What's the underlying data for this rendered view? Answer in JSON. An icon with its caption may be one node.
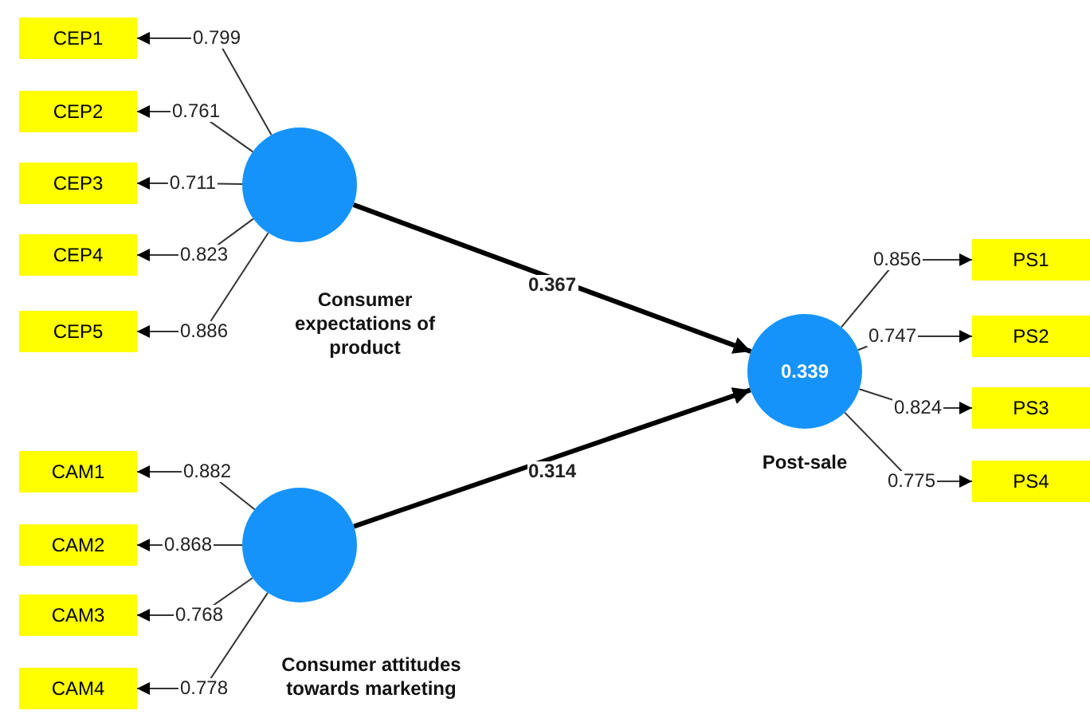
{
  "diagram": {
    "nodes": [
      {
        "text": [
          "CEP1"
        ]
      },
      {
        "text": [
          "CEP2"
        ]
      },
      {
        "text": [
          "CEP3"
        ]
      },
      {
        "text": [
          "CEP4"
        ]
      },
      {
        "text": [
          "CEP5"
        ]
      },
      {
        "text": [],
        "shape": "circle",
        "beside": [
          "Consumer expectations of product"
        ]
      },
      {
        "text": [
          "CAM1"
        ]
      },
      {
        "text": [
          "CAM2"
        ]
      },
      {
        "text": [
          "CAM3"
        ]
      },
      {
        "text": [
          "CAM4"
        ]
      },
      {
        "text": [],
        "shape": "circle",
        "beside": [
          "Consumer attitudes towards marketing"
        ]
      },
      {
        "text": [
          "0.339"
        ],
        "beside": [
          "Post-sale"
        ]
      },
      {
        "text": [
          "PS1"
        ]
      },
      {
        "text": [
          "PS2"
        ]
      },
      {
        "text": [
          "PS3"
        ]
      },
      {
        "text": [
          "PS4"
        ]
      }
    ],
    "edges": [
      {
        "from": 5,
        "to": 0,
        "arrow": "to",
        "label": "0.799"
      },
      {
        "from": 5,
        "to": 1,
        "arrow": "to",
        "label": "0.761"
      },
      {
        "from": 5,
        "to": 2,
        "arrow": "to",
        "label": "0.711"
      },
      {
        "from": 5,
        "to": 3,
        "arrow": "to",
        "label": "0.823"
      },
      {
        "from": 5,
        "to": 4,
        "arrow": "to",
        "label": "0.886"
      },
      {
        "from": 10,
        "to": 6,
        "arrow": "to",
        "label": "0.882"
      },
      {
        "from": 10,
        "to": 7,
        "arrow": "to",
        "label": "0.868"
      },
      {
        "from": 10,
        "to": 8,
        "arrow": "to",
        "label": "0.768"
      },
      {
        "from": 10,
        "to": 9,
        "arrow": "to",
        "label": "0.778"
      },
      {
        "from": 5,
        "to": 11,
        "arrow": "to",
        "label": "0.367",
        "style": "thick"
      },
      {
        "from": 10,
        "to": 11,
        "arrow": "to",
        "label": "0.314",
        "style": "thick"
      },
      {
        "from": 11,
        "to": 12,
        "arrow": "to",
        "label": "0.856"
      },
      {
        "from": 11,
        "to": 13,
        "arrow": "to",
        "label": "0.747"
      },
      {
        "from": 11,
        "to": 14,
        "arrow": "to",
        "label": "0.824"
      },
      {
        "from": 11,
        "to": 15,
        "arrow": "to",
        "label": "0.775"
      }
    ]
  }
}
